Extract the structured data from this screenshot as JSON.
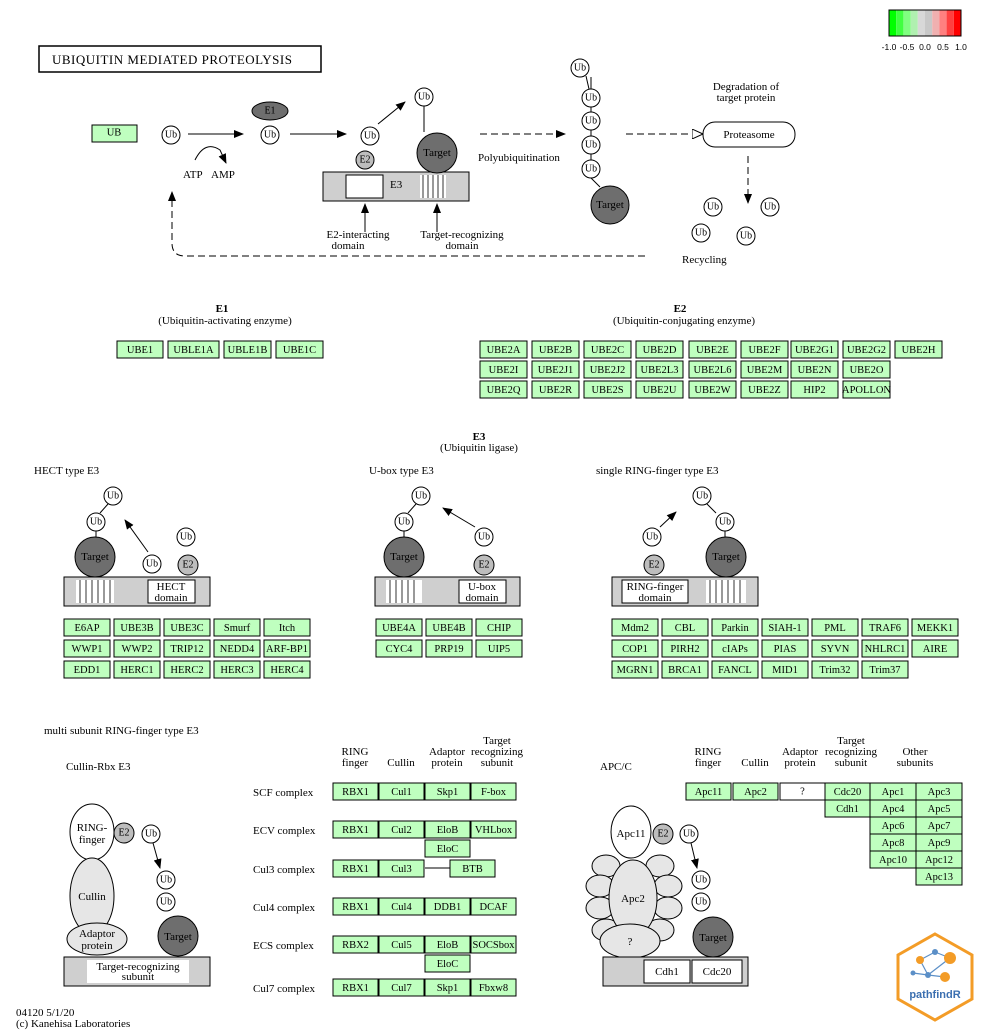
{
  "title": "UBIQUITIN MEDIATED PROTEOLYSIS",
  "legend": {
    "ticks": [
      "-1.0",
      "-0.5",
      "0.0",
      "0.5",
      "1.0"
    ],
    "colors": [
      "#00ff00",
      "#40ff40",
      "#80ff80",
      "#b0f0b0",
      "#d8d8d8",
      "#c8c8c8",
      "#f0b0b0",
      "#ff8080",
      "#ff4040",
      "#ff0000"
    ]
  },
  "top_diagram": {
    "ub_gene": "UB",
    "ub": "Ub",
    "e1": "E1",
    "e2": "E2",
    "e3": "E3",
    "target": "Target",
    "atp": "ATP",
    "amp": "AMP",
    "e2_domain": [
      "E2-interacting",
      "domain"
    ],
    "target_domain": [
      "Target-recognizing",
      "domain"
    ],
    "polyub": "Polyubiquitination",
    "degradation": [
      "Degradation of",
      "target protein"
    ],
    "proteasome": "Proteasome",
    "recycling": "Recycling"
  },
  "e1_section": {
    "title": "E1",
    "subtitle": "(Ubiquitin-activating enzyme)",
    "genes": [
      "UBE1",
      "UBLE1A",
      "UBLE1B",
      "UBE1C"
    ]
  },
  "e2_section": {
    "title": "E2",
    "subtitle": "(Ubiquitin-conjugating enzyme)",
    "rows": [
      [
        "UBE2A",
        "UBE2B",
        "UBE2C",
        "UBE2D",
        "UBE2E",
        "UBE2F",
        "UBE2G1",
        "UBE2G2",
        "UBE2H"
      ],
      [
        "UBE2I",
        "UBE2J1",
        "UBE2J2",
        "UBE2L3",
        "UBE2L6",
        "UBE2M",
        "UBE2N",
        "UBE2O"
      ],
      [
        "UBE2Q",
        "UBE2R",
        "UBE2S",
        "UBE2U",
        "UBE2W",
        "UBE2Z",
        "HIP2",
        "APOLLON"
      ]
    ]
  },
  "e3_section": {
    "title": "E3",
    "subtitle": "(Ubiquitin ligase)"
  },
  "hect": {
    "title": "HECT type E3",
    "domain": [
      "HECT",
      "domain"
    ],
    "rows": [
      [
        "E6AP",
        "UBE3B",
        "UBE3C",
        "Smurf",
        "Itch"
      ],
      [
        "WWP1",
        "WWP2",
        "TRIP12",
        "NEDD4",
        "ARF-BP1"
      ],
      [
        "EDD1",
        "HERC1",
        "HERC2",
        "HERC3",
        "HERC4"
      ]
    ]
  },
  "ubox": {
    "title": "U-box type E3",
    "domain": [
      "U-box",
      "domain"
    ],
    "rows": [
      [
        "UBE4A",
        "UBE4B",
        "CHIP"
      ],
      [
        "CYC4",
        "PRP19",
        "UIP5"
      ]
    ]
  },
  "ring": {
    "title": "single RING-finger type E3",
    "domain": [
      "RING-finger",
      "domain"
    ],
    "rows": [
      [
        "Mdm2",
        "CBL",
        "Parkin",
        "SIAH-1",
        "PML",
        "TRAF6",
        "MEKK1"
      ],
      [
        "COP1",
        "PIRH2",
        "cIAPs",
        "PIAS",
        "SYVN",
        "NHLRC1",
        "AIRE"
      ],
      [
        "MGRN1",
        "BRCA1",
        "FANCL",
        "MID1",
        "Trim32",
        "Trim37"
      ]
    ]
  },
  "multi": {
    "title": "multi subunit RING-finger type E3",
    "cullin_title": "Cullin-Rbx E3",
    "cullin_labels": {
      "ring": [
        "RING-",
        "finger"
      ],
      "cullin": "Cullin",
      "adaptor": [
        "Adaptor",
        "protein"
      ],
      "target_sub": [
        "Target-recognizing",
        "subunit"
      ]
    },
    "headers": [
      [
        "RING",
        "finger"
      ],
      [
        "Cullin"
      ],
      [
        "Adaptor",
        "protein"
      ],
      [
        "Target",
        "recognizing",
        "subunit"
      ]
    ],
    "complexes": [
      {
        "name": "SCF complex",
        "genes": [
          "RBX1",
          "Cul1",
          "Skp1",
          "F-box"
        ]
      },
      {
        "name": "ECV complex",
        "genes": [
          "RBX1",
          "Cul2",
          "EloB",
          "VHLbox"
        ],
        "extra": "EloC"
      },
      {
        "name": "Cul3 complex",
        "genes": [
          "RBX1",
          "Cul3",
          "",
          "BTB"
        ]
      },
      {
        "name": "Cul4 complex",
        "genes": [
          "RBX1",
          "Cul4",
          "DDB1",
          "DCAF"
        ]
      },
      {
        "name": "ECS complex",
        "genes": [
          "RBX2",
          "Cul5",
          "EloB",
          "SOCSbox"
        ],
        "extra": "EloC"
      },
      {
        "name": "Cul7 complex",
        "genes": [
          "RBX1",
          "Cul7",
          "Skp1",
          "Fbxw8"
        ]
      }
    ],
    "apc_title": "APC/C",
    "apc_labels": {
      "apc11": "Apc11",
      "apc2": "Apc2",
      "q": "?",
      "cdh1": "Cdh1",
      "cdc20": "Cdc20"
    },
    "apc_headers": [
      [
        "RING",
        "finger"
      ],
      [
        "Cullin"
      ],
      [
        "Adaptor",
        "protein"
      ],
      [
        "Target",
        "recognizing",
        "subunit"
      ],
      [
        "Other",
        "subunits"
      ]
    ],
    "apc_row": [
      "Apc11",
      "Apc2",
      "?",
      "Cdc20"
    ],
    "apc_cdh1": "Cdh1",
    "apc_other": [
      [
        "Apc1",
        "Apc3"
      ],
      [
        "Apc4",
        "Apc5"
      ],
      [
        "Apc6",
        "Apc7"
      ],
      [
        "Apc8",
        "Apc9"
      ],
      [
        "Apc10",
        "Apc12"
      ],
      [
        "",
        "Apc13"
      ]
    ]
  },
  "footer": {
    "id": "04120 5/1/20",
    "copyright": "(c) Kanehisa Laboratories"
  },
  "watermark": "pathfindR"
}
